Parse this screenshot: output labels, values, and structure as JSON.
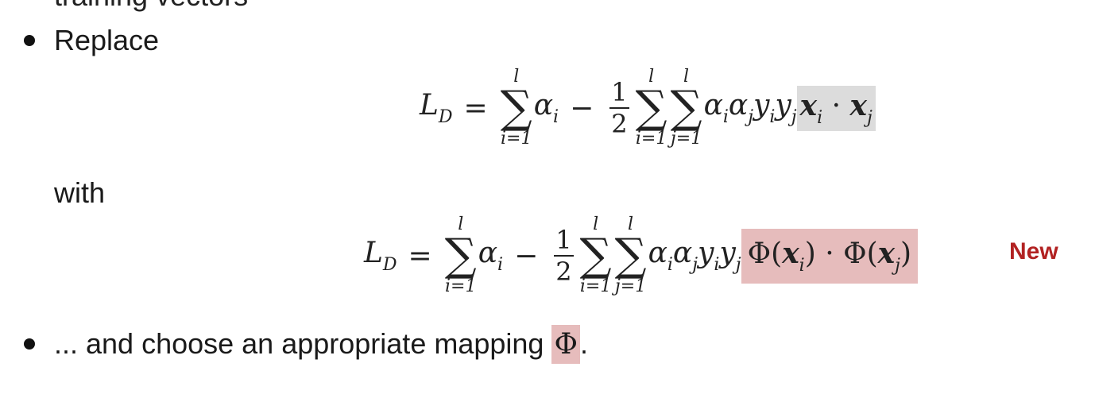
{
  "cut_text": "training vectors",
  "bullets": [
    {
      "text": "Replace"
    },
    {
      "prefix": "... and choose an appropriate mapping ",
      "symbol": "Φ",
      "suffix": "."
    }
  ],
  "with_label": "with",
  "new_tag": "New",
  "colors": {
    "gray_highlight": "#dcdcdc",
    "pink_highlight": "#e6bcbc",
    "new_tag": "#b22222"
  }
}
